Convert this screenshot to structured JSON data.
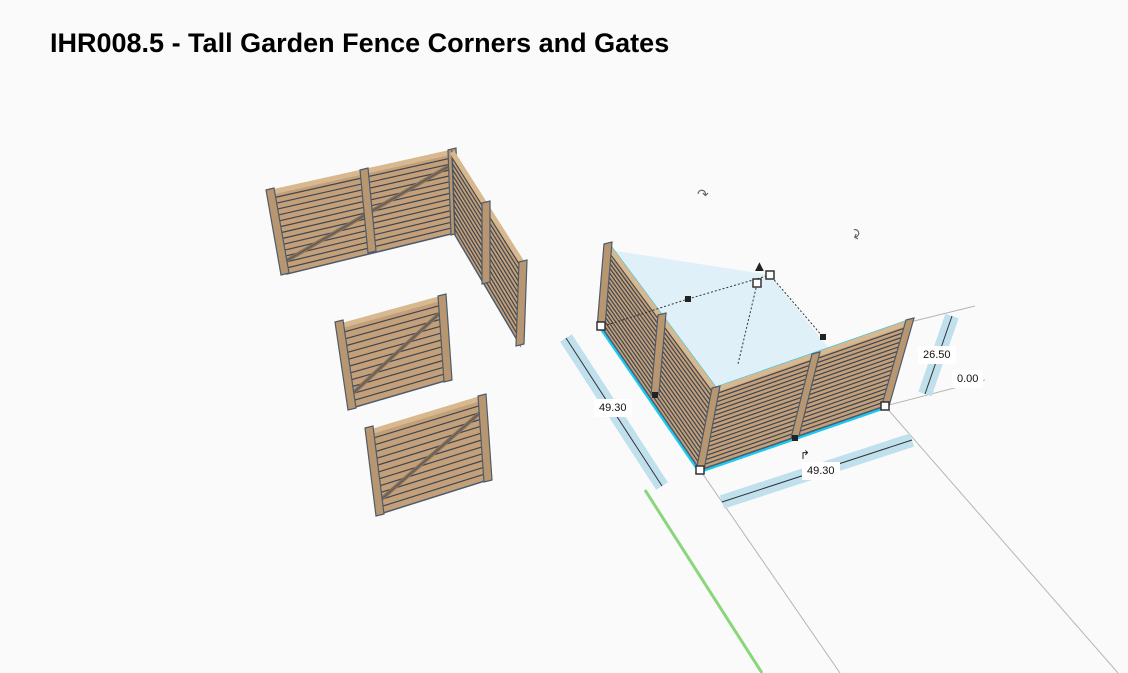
{
  "title": "IHR008.5 - Tall Garden Fence Corners and Gates",
  "dimensions": {
    "left_length": "49.30",
    "front_length": "49.30",
    "height": "26.50",
    "elevation": "0.00"
  },
  "icons": {
    "rotate": "rotate-arrow-icon",
    "handle": "resize-handle-icon"
  },
  "colors": {
    "wood": "#c4a07a",
    "wood_dark": "#8a7055",
    "outline": "#4d5b6b",
    "selection": "#1ec8f0",
    "workplane_fill": "#dff0f8",
    "dim_band": "#bfe0ec",
    "grid_line": "#b5b5b5",
    "axis_green": "#8ad67a",
    "background": "#fafafa"
  }
}
